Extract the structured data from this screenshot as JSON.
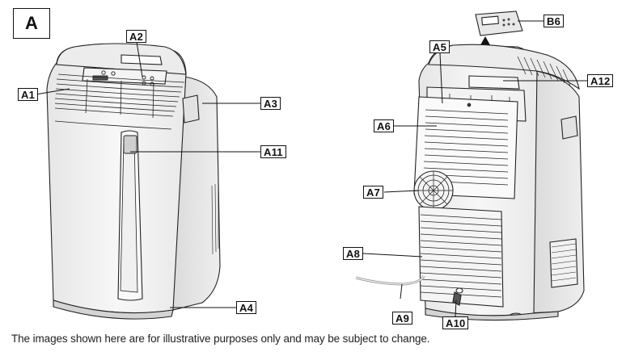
{
  "figure_label": "A",
  "callouts": {
    "a1": "A1",
    "a2": "A2",
    "a3": "A3",
    "a4": "A4",
    "a5": "A5",
    "a6": "A6",
    "a7": "A7",
    "a8": "A8",
    "a9": "A9",
    "a10": "A10",
    "a11": "A11",
    "a12": "A12",
    "b6": "B6"
  },
  "caption": "The images shown here are for illustrative purposes only and may be subject to change.",
  "colors": {
    "line": "#222222",
    "body_fill": "#f4f4f4",
    "shade": "#dcdcdc"
  }
}
